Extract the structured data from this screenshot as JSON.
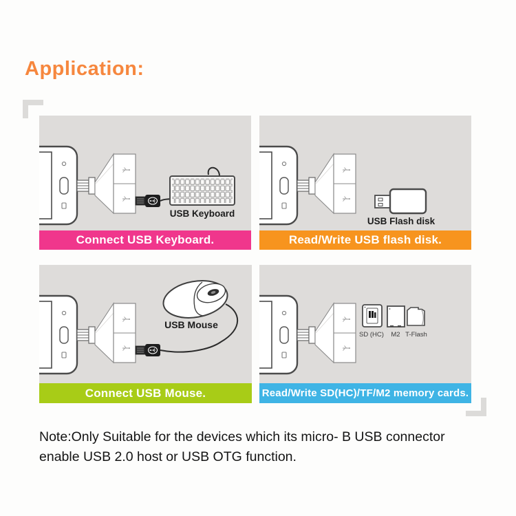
{
  "title": "Application:",
  "panels": [
    {
      "name": "usb-keyboard",
      "device_label": "USB Keyboard",
      "banner_label": "Connect USB Keyboard.",
      "banner_color": "#F0368C"
    },
    {
      "name": "usb-flash-disk",
      "device_label": "USB Flash disk",
      "banner_label": "Read/Write USB flash disk.",
      "banner_color": "#F7941E"
    },
    {
      "name": "usb-mouse",
      "device_label": "USB Mouse",
      "banner_label": "Connect USB Mouse.",
      "banner_color": "#A8CC17"
    },
    {
      "name": "memory-cards",
      "card_labels": {
        "sd": "SD (HC)",
        "m2": "M2",
        "tflash": "T-Flash"
      },
      "banner_label": "Read/Write SD(HC)/TF/M2 memory cards.",
      "banner_color": "#3FB4E5"
    }
  ],
  "note": {
    "line1": "Note:Only Suitable for the devices which its micro- B USB connector",
    "line2": "enable USB 2.0 host or USB OTG function."
  },
  "colors": {
    "title_orange": "#F6873E",
    "panel_background": "#DEDCDA"
  }
}
